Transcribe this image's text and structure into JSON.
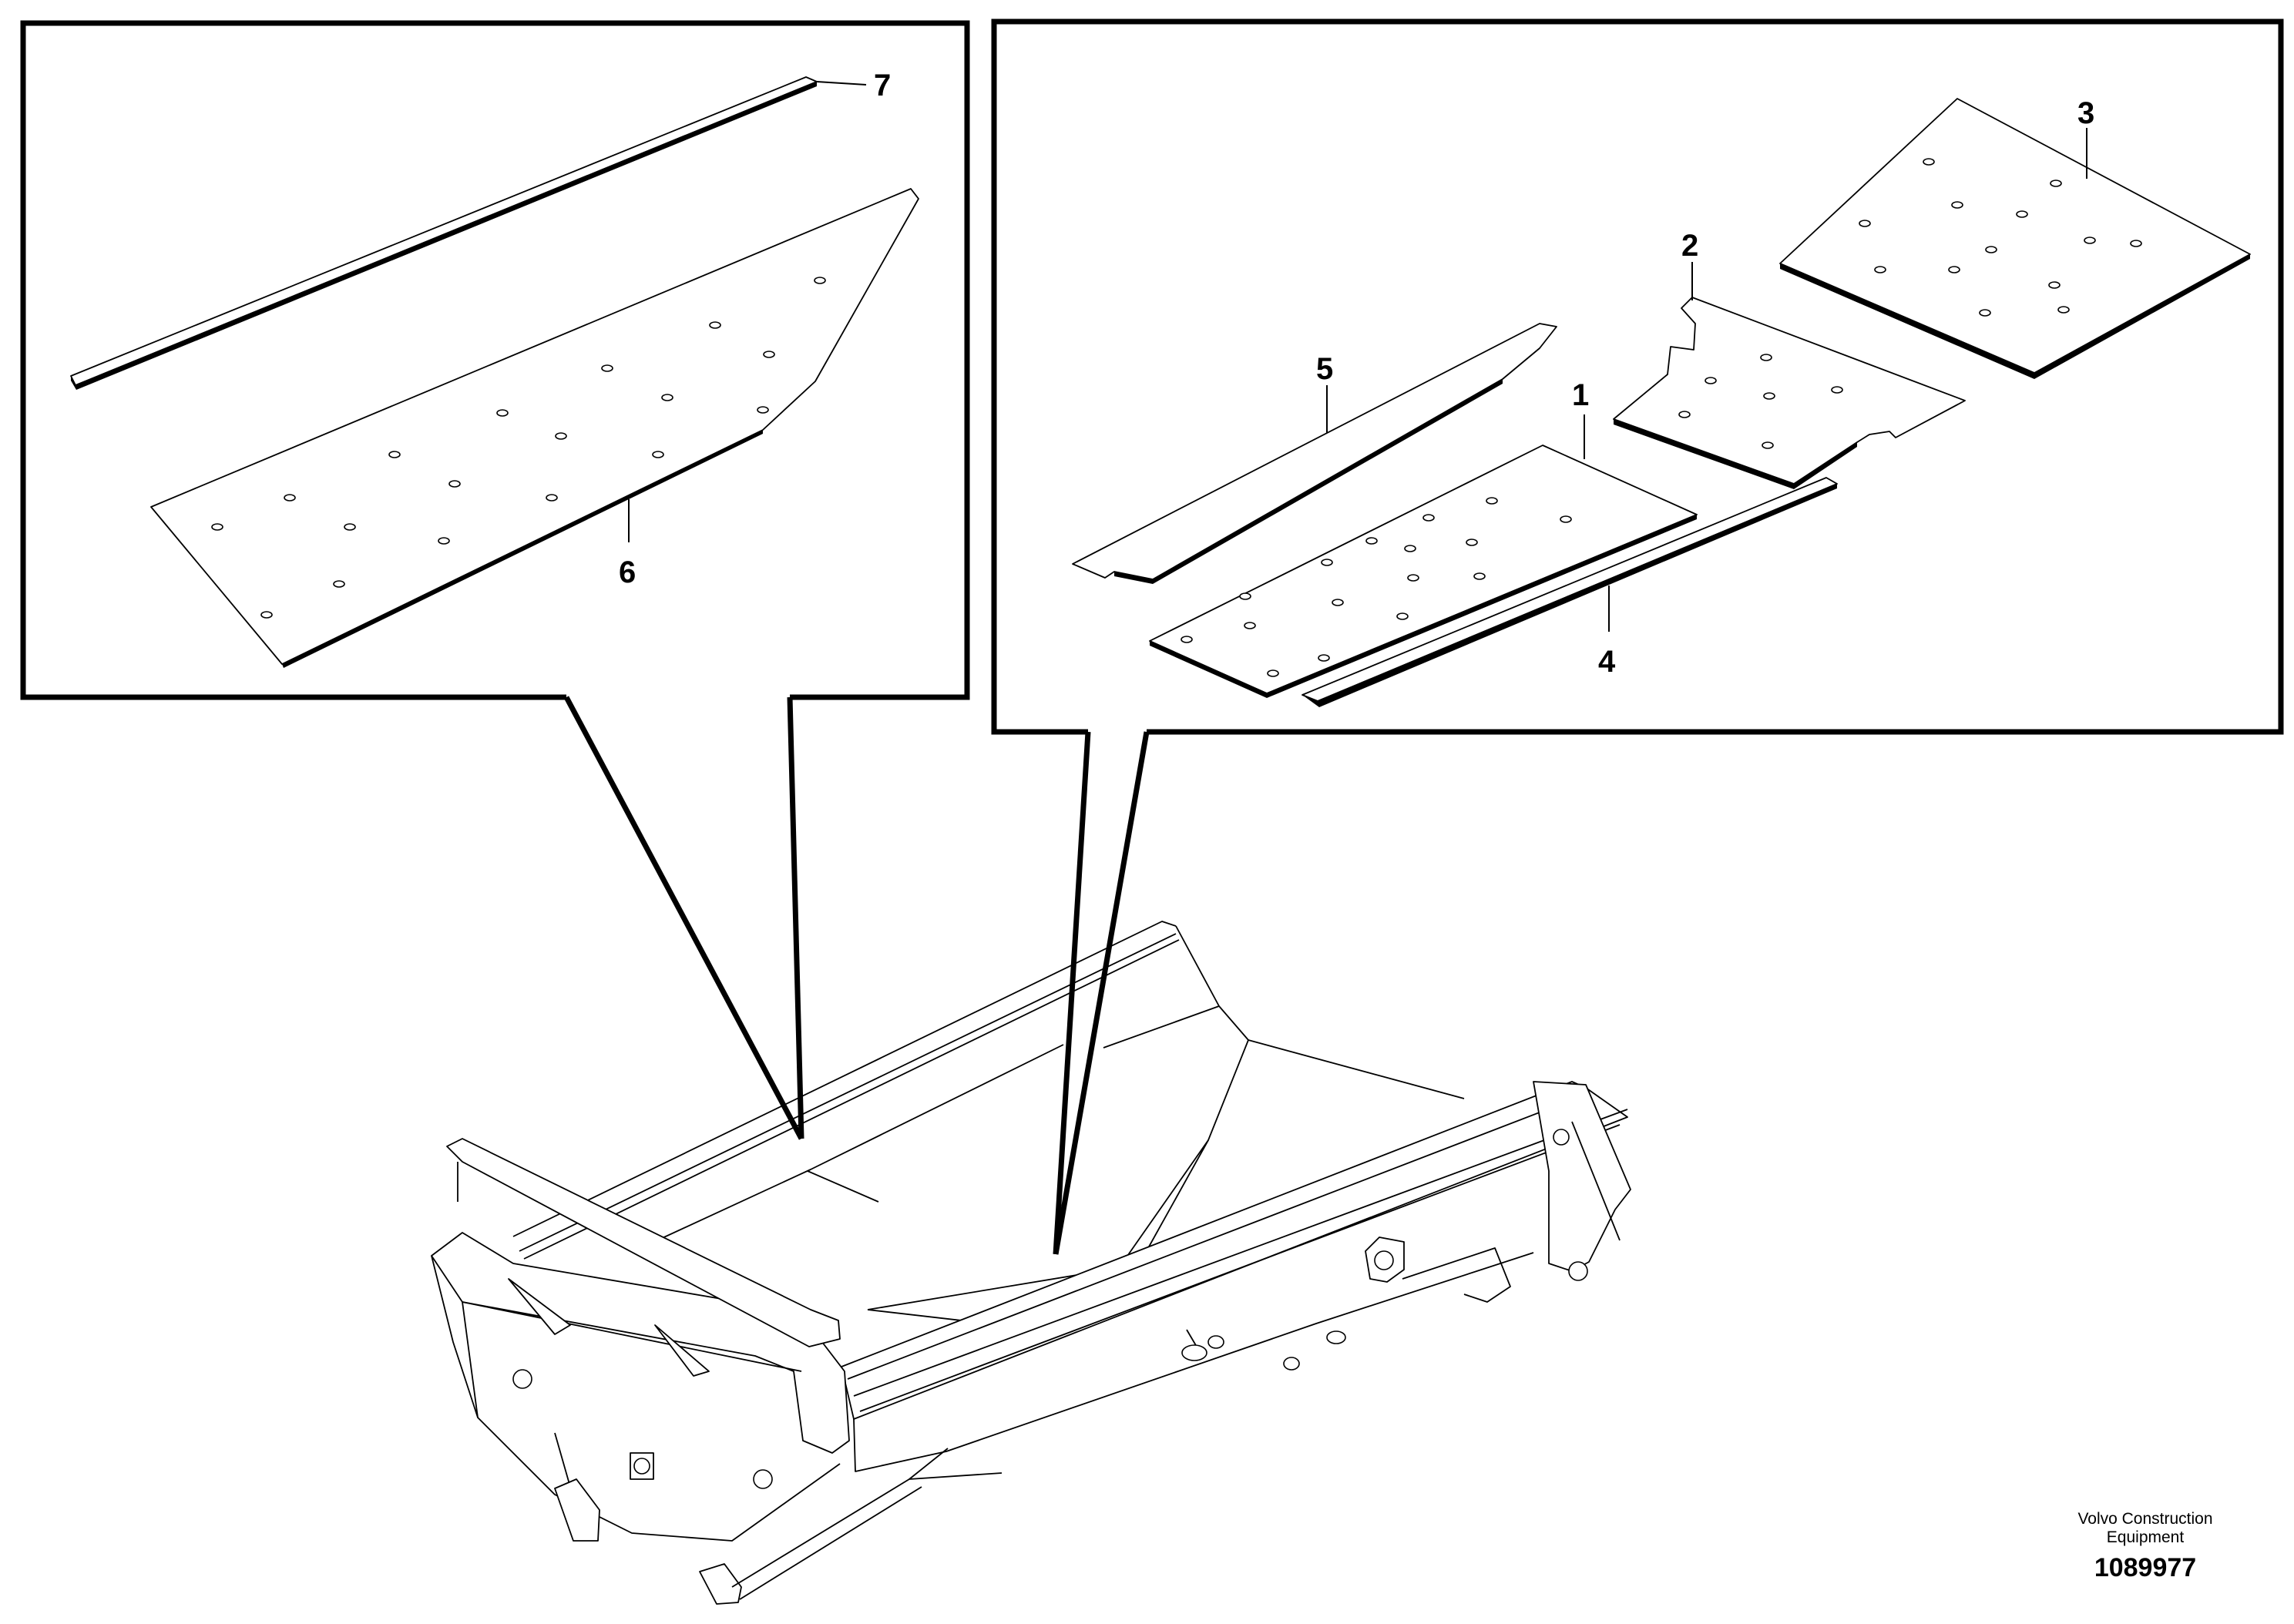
{
  "diagram": {
    "callouts": {
      "c1": "1",
      "c2": "2",
      "c3": "3",
      "c4": "4",
      "c5": "5",
      "c6": "6",
      "c7": "7"
    },
    "brand_line1": "Volvo Construction",
    "brand_line2": "Equipment",
    "part_number": "1089977"
  }
}
